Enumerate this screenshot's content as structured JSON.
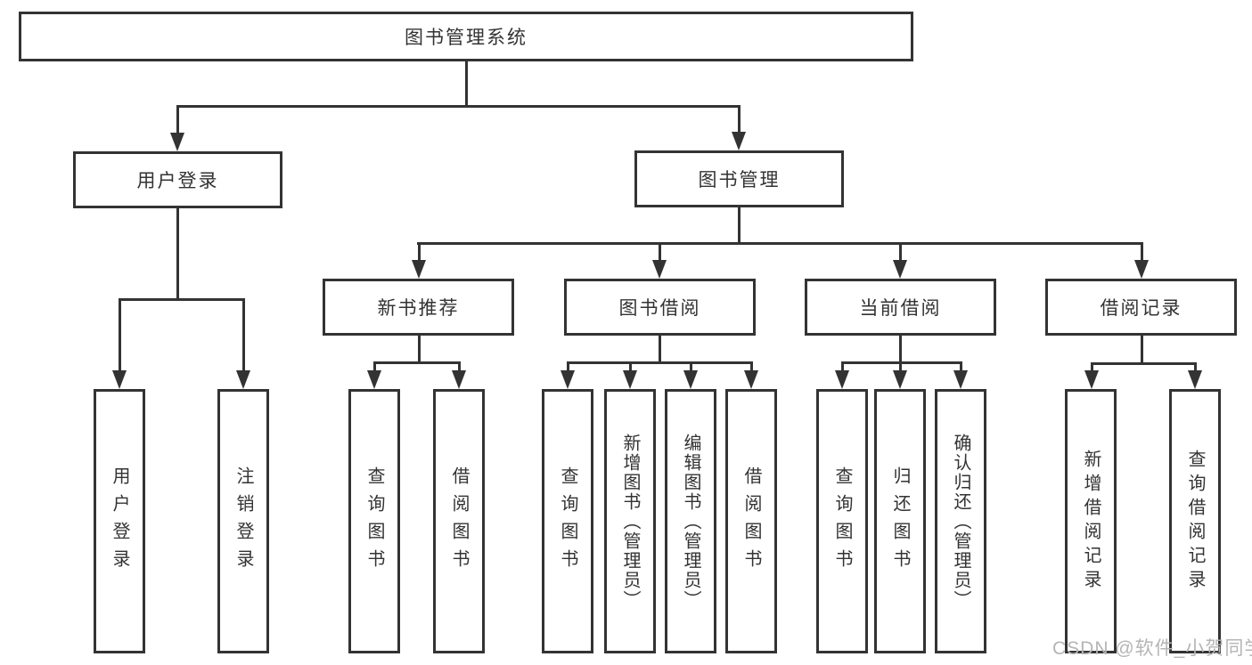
{
  "title": "图书管理系统",
  "watermark": {
    "text": "CSDN @软件_小贺同学"
  },
  "colors": {
    "line": "#333333",
    "text": "#333333",
    "box_background": "#ffffff",
    "page_background": "#ffffff",
    "watermark": "#b5b5b5"
  },
  "nodes": {
    "root": {
      "label": "图书管理系统"
    },
    "user_login": {
      "label": "用户登录"
    },
    "book_management": {
      "label": "图书管理"
    },
    "new_book_recommend": {
      "label": "新书推荐"
    },
    "book_borrowing": {
      "label": "图书借阅"
    },
    "current_borrowing": {
      "label": "当前借阅"
    },
    "borrowing_records": {
      "label": "借阅记录"
    },
    "leaf_user_login": {
      "label": "用户登录"
    },
    "leaf_logout": {
      "label": "注销登录"
    },
    "leaf_query_books_recommend": {
      "label": "查询图书"
    },
    "leaf_borrow_books_recommend": {
      "label": "借阅图书"
    },
    "leaf_query_books_borrowing": {
      "label": "查询图书"
    },
    "leaf_add_books_admin": {
      "label": "新增图书（管理员）"
    },
    "leaf_edit_books_admin": {
      "label": "编辑图书（管理员）"
    },
    "leaf_borrow_books_borrowing": {
      "label": "借阅图书"
    },
    "leaf_query_books_current": {
      "label": "查询图书"
    },
    "leaf_return_books": {
      "label": "归还图书"
    },
    "leaf_confirm_return_admin": {
      "label": "确认归还（管理员）"
    },
    "leaf_add_borrow_record": {
      "label": "新增借阅记录"
    },
    "leaf_query_borrow_record": {
      "label": "查询借阅记录"
    }
  }
}
